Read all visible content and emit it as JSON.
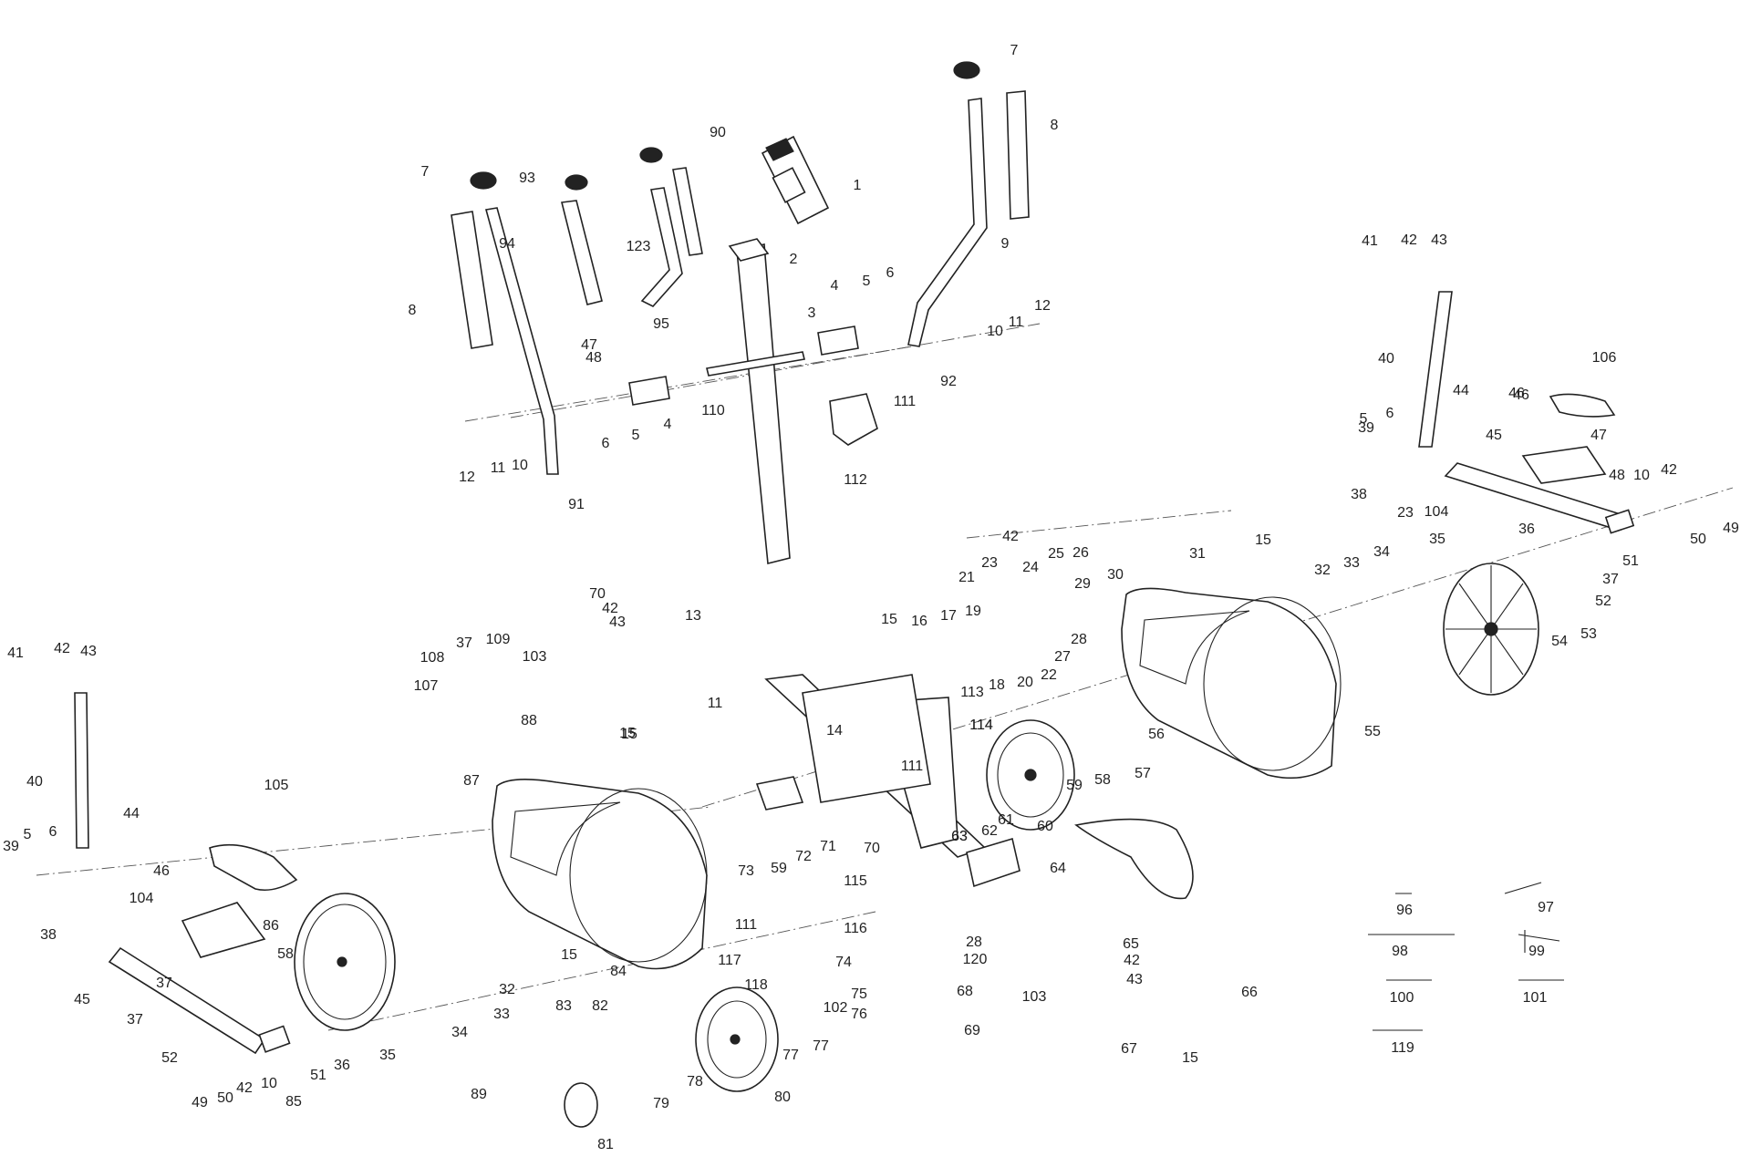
{
  "diagram": {
    "labels": [
      "1",
      "2",
      "3",
      "4",
      "5",
      "6",
      "7",
      "8",
      "9",
      "10",
      "11",
      "12",
      "13",
      "14",
      "15",
      "16",
      "17",
      "18",
      "19",
      "20",
      "21",
      "22",
      "23",
      "24",
      "25",
      "26",
      "27",
      "28",
      "29",
      "30",
      "31",
      "32",
      "33",
      "34",
      "35",
      "36",
      "37",
      "38",
      "39",
      "40",
      "41",
      "42",
      "43",
      "44",
      "45",
      "46",
      "47",
      "48",
      "49",
      "50",
      "51",
      "52",
      "53",
      "54",
      "55",
      "56",
      "57",
      "58",
      "59",
      "60",
      "61",
      "62",
      "63",
      "64",
      "65",
      "66",
      "67",
      "68",
      "69",
      "70",
      "71",
      "72",
      "73",
      "74",
      "75",
      "76",
      "77",
      "78",
      "79",
      "80",
      "81",
      "82",
      "83",
      "84",
      "85",
      "86",
      "87",
      "88",
      "89",
      "90",
      "91",
      "92",
      "93",
      "94",
      "95",
      "96",
      "97",
      "98",
      "99",
      "100",
      "101",
      "102",
      "103",
      "104",
      "105",
      "106",
      "107",
      "108",
      "109",
      "110",
      "111",
      "112",
      "113",
      "114",
      "115",
      "116",
      "117",
      "118",
      "119",
      "120",
      "123"
    ]
  }
}
